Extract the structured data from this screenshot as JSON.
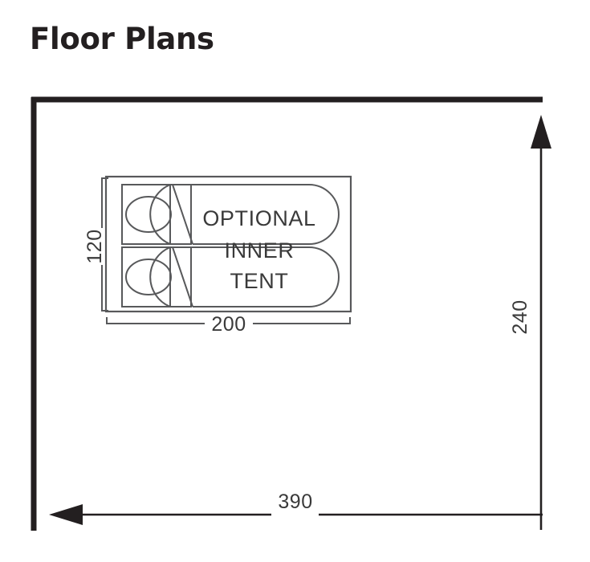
{
  "header": {
    "title": "Floor Plans"
  },
  "diagram": {
    "type": "floor-plan",
    "units": "cm",
    "inner_tent": {
      "label_line_1": "OPTIONAL",
      "label_line_2": "INNER",
      "label_line_3": "TENT",
      "width_label": "200",
      "depth_label": "120",
      "berths": 2
    },
    "outer_footprint": {
      "width_label": "390",
      "depth_label": "240"
    },
    "colors": {
      "outline": "#231f20",
      "thin_line": "#58595b",
      "text": "#3a3a3a",
      "background": "#ffffff"
    }
  }
}
